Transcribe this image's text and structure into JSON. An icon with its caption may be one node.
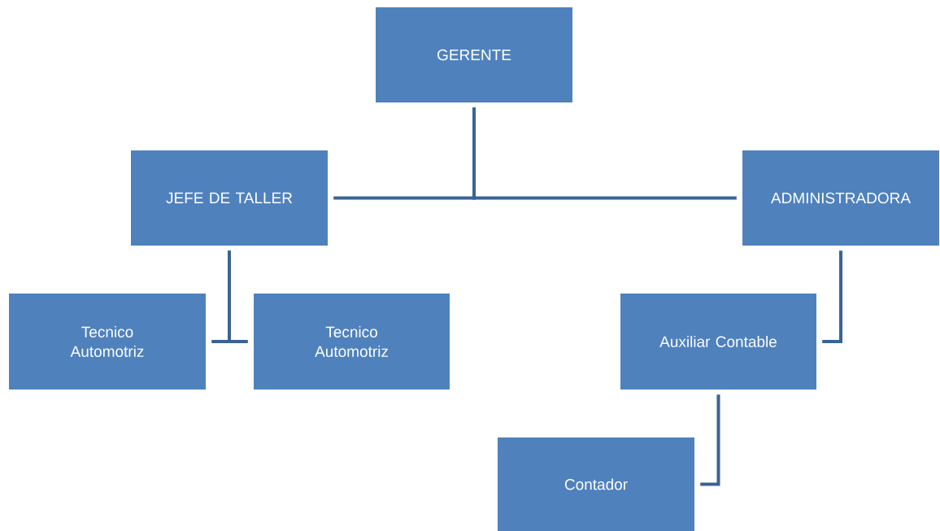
{
  "diagram": {
    "nodes": [
      {
        "text": [
          "GERENTE"
        ]
      },
      {
        "text": [
          "JEFE DE TALLER"
        ]
      },
      {
        "text": [
          "ADMINISTRADORA"
        ]
      },
      {
        "text": [
          "Tecnico Automotriz"
        ]
      },
      {
        "text": [
          "Tecnico Automotriz"
        ]
      },
      {
        "text": [
          "Auxiliar Contable"
        ]
      },
      {
        "text": [
          "Contador"
        ]
      }
    ],
    "edges": [
      {
        "from": 0,
        "to": 1,
        "arrow": "none"
      },
      {
        "from": 0,
        "to": 2,
        "arrow": "none"
      },
      {
        "from": 1,
        "to": 3,
        "arrow": "none"
      },
      {
        "from": 1,
        "to": 4,
        "arrow": "none"
      },
      {
        "from": 2,
        "to": 5,
        "arrow": "none"
      },
      {
        "from": 5,
        "to": 6,
        "arrow": "none"
      }
    ]
  }
}
